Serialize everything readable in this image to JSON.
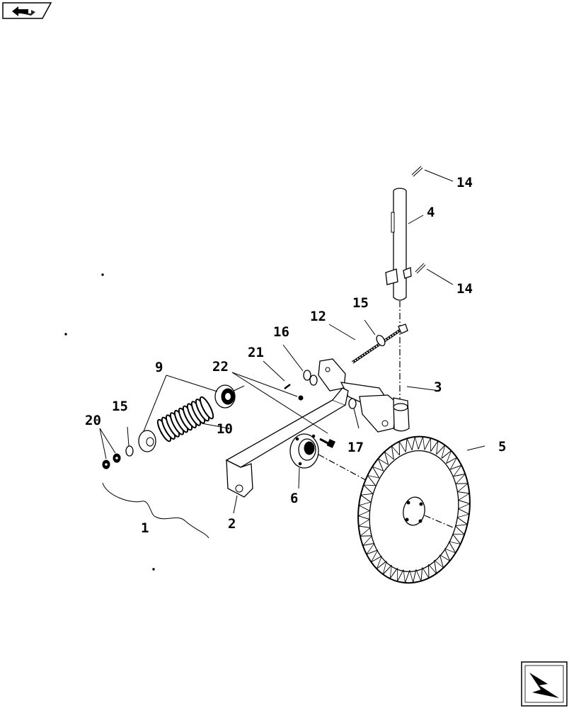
{
  "diagram": {
    "callouts": [
      "1",
      "2",
      "3",
      "4",
      "5",
      "6",
      "9",
      "10",
      "12",
      "14",
      "14",
      "15",
      "15",
      "16",
      "17",
      "20",
      "21",
      "22"
    ]
  },
  "icons": {
    "top_left": "nav-back-icon",
    "bottom_right": "nav-next-icon"
  }
}
